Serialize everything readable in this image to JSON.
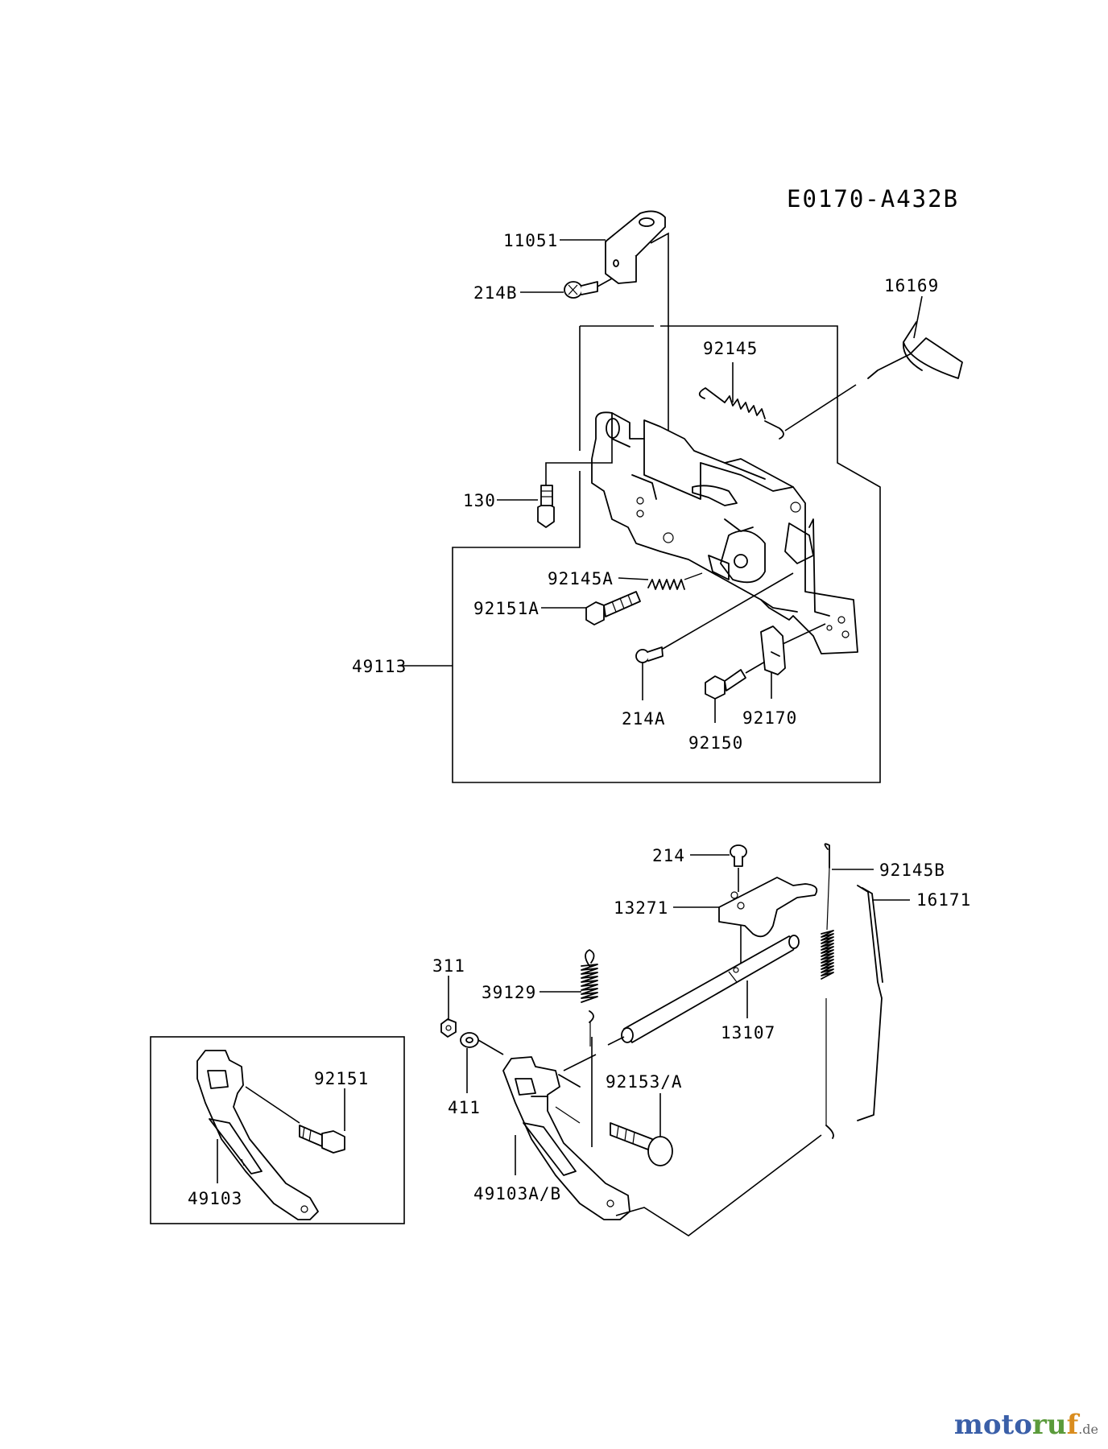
{
  "diagram_id": "E0170-A432B",
  "labels": {
    "l11051": "11051",
    "l214B": "214B",
    "l16169": "16169",
    "l92145": "92145",
    "l130": "130",
    "l92145A": "92145A",
    "l92151A": "92151A",
    "l49113": "49113",
    "l214A": "214A",
    "l92170": "92170",
    "l92150": "92150",
    "l214": "214",
    "l92145B": "92145B",
    "l13271": "13271",
    "l16171": "16171",
    "l311": "311",
    "l39129": "39129",
    "l13107": "13107",
    "l92151": "92151",
    "l92153A": "92153/A",
    "l411": "411",
    "l49103": "49103",
    "l49103AB": "49103A/B"
  },
  "watermark": {
    "part1": "moto",
    "part2": "ru",
    "part3": "f",
    "suffix": ".de"
  }
}
